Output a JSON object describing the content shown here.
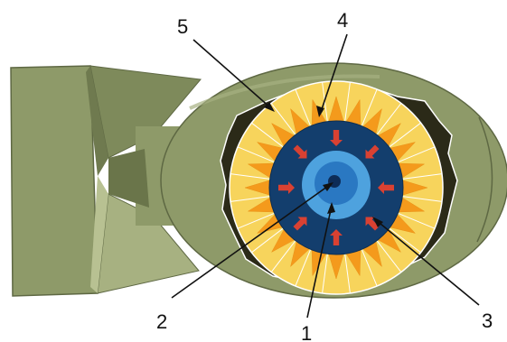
{
  "diagram": {
    "colors": {
      "casing": "#8e9a69",
      "casing_shadow": "#6f7a4f",
      "casing_light": "#a7b181",
      "fin_dark": "#5e6843",
      "cutaway_dark": "#2b2a18",
      "lens_outer": "#f7d45c",
      "lens_spikes": "#f49a1c",
      "tamper": "#133e6d",
      "core_light": "#4ea2de",
      "core_mid": "#2a78c2",
      "pit": "#0d2c58",
      "arrows": "#d94132"
    },
    "callouts": [
      {
        "id": "1",
        "label": "1"
      },
      {
        "id": "2",
        "label": "2"
      },
      {
        "id": "3",
        "label": "3"
      },
      {
        "id": "4",
        "label": "4"
      },
      {
        "id": "5",
        "label": "5"
      }
    ]
  }
}
